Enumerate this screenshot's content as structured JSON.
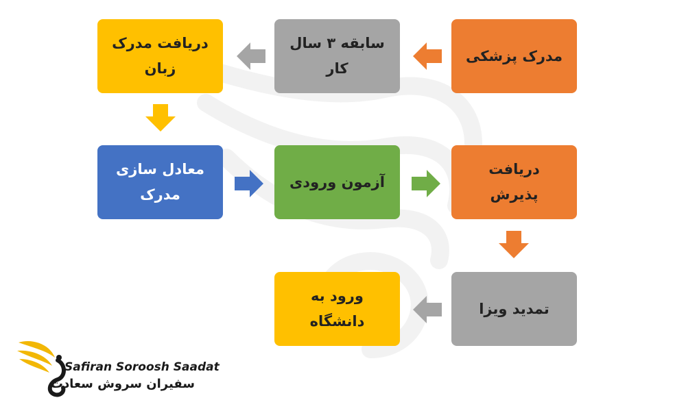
{
  "nodes": {
    "medical_degree": "مدرک پزشکی",
    "work_experience": "سابقه ۳ سال کار",
    "language_certificate": "دریافت مدرک زبان",
    "degree_equivalence": "معادل سازی مدرک",
    "entrance_exam": "آزمون ورودی",
    "admission": "دریافت پذیرش",
    "visa_extension": "تمدید ویزا",
    "university_entry": "ورود به دانشگاه"
  },
  "colors": {
    "orange": "#ed7d31",
    "gray": "#a5a5a5",
    "yellow": "#ffc000",
    "blue": "#4472c4",
    "green": "#70ad47",
    "logo_gold": "#f2b705"
  },
  "logo": {
    "name_en": "Safiran Soroosh Saadat",
    "name_fa": "سفیران سروش سعادت"
  }
}
